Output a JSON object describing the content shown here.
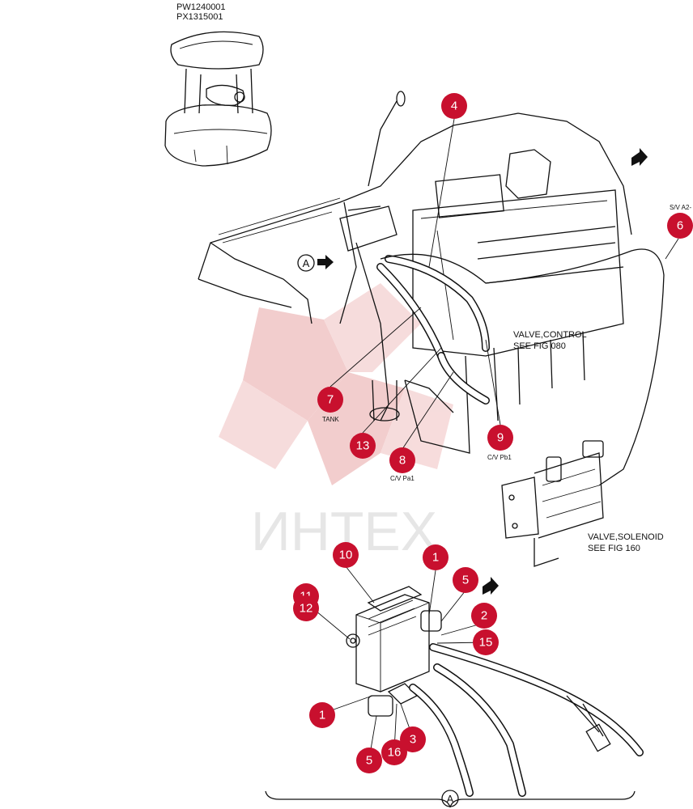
{
  "header": {
    "model_line1": "PW1240001",
    "model_line2": "PX1315001"
  },
  "watermark": {
    "text": "ИНТЕХ",
    "color": "#e8b3b3"
  },
  "callouts": [
    {
      "id": "c4",
      "label": "4"
    },
    {
      "id": "c6",
      "label": "6"
    },
    {
      "id": "c7",
      "label": "7"
    },
    {
      "id": "c13",
      "label": "13"
    },
    {
      "id": "c8",
      "label": "8"
    },
    {
      "id": "c9",
      "label": "9"
    },
    {
      "id": "c10",
      "label": "10"
    },
    {
      "id": "c1a",
      "label": "1"
    },
    {
      "id": "c5a",
      "label": "5"
    },
    {
      "id": "c11",
      "label": "11"
    },
    {
      "id": "c12",
      "label": "12"
    },
    {
      "id": "c2",
      "label": "2"
    },
    {
      "id": "c15",
      "label": "15"
    },
    {
      "id": "c1b",
      "label": "1"
    },
    {
      "id": "c3",
      "label": "3"
    },
    {
      "id": "c16",
      "label": "16"
    },
    {
      "id": "c5b",
      "label": "5"
    }
  ],
  "labels": {
    "sv_a2": "S/V A2-",
    "tank": "TANK",
    "cv_pa1": "C/V Pa1",
    "cv_pb1": "C/V Pb1",
    "valve_control_1": "VALVE,CONTROL",
    "valve_control_2": "SEE FIG 080",
    "valve_solenoid_1": "VALVE,SOLENOID",
    "valve_solenoid_2": "SEE FIG 160",
    "view_a_marker": "A",
    "detail_a_marker": "A"
  },
  "colors": {
    "callout": "#c8102e",
    "line": "#111111"
  }
}
